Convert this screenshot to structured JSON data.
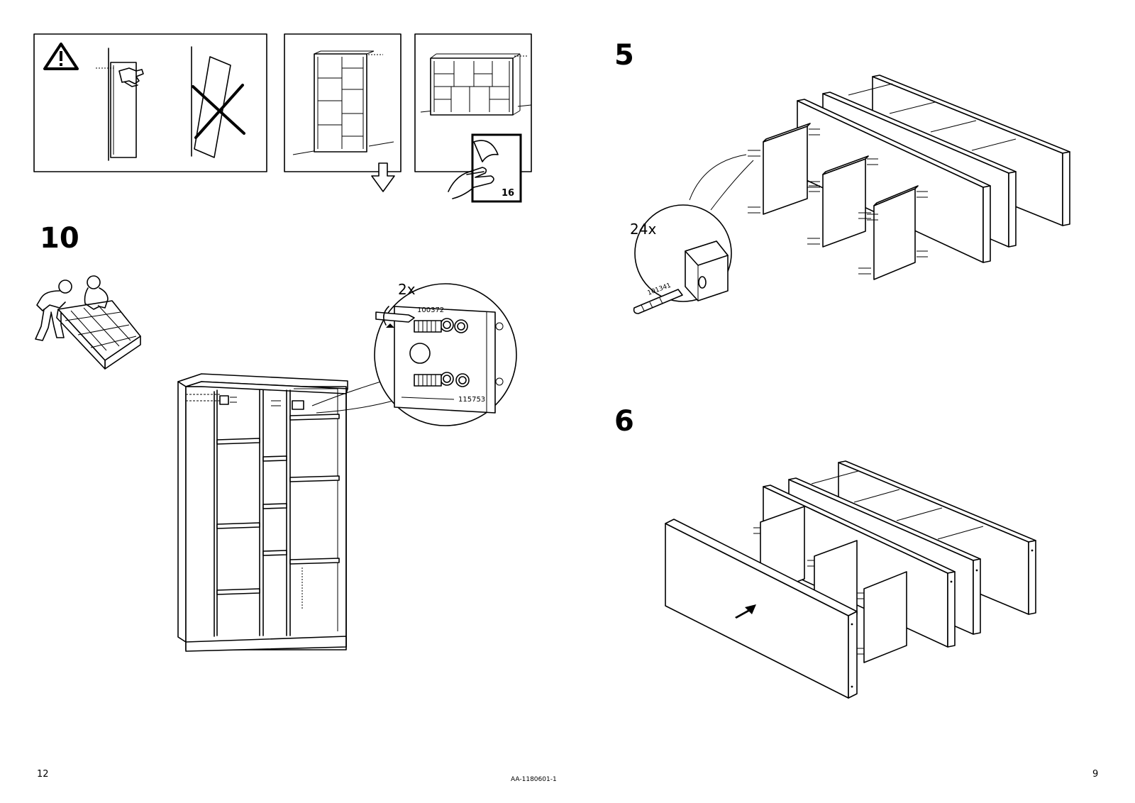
{
  "left_page": {
    "step_number": "10",
    "page_number": "12",
    "sticker_count": "16",
    "zoom_quantity": "2x",
    "part_screw": "100372",
    "part_fitting": "115753"
  },
  "right_page": {
    "page_number": "9",
    "step5": {
      "number": "5",
      "dowel_quantity": "24x",
      "dowel_part": "101341"
    },
    "step6": {
      "number": "6"
    }
  },
  "footer": {
    "document_code": "AA-1180601-1"
  },
  "icons": [
    "warning-triangle-icon",
    "no-lean-cross-icon",
    "down-arrow-icon",
    "peel-sticker-icon",
    "push-arrow-icon"
  ]
}
